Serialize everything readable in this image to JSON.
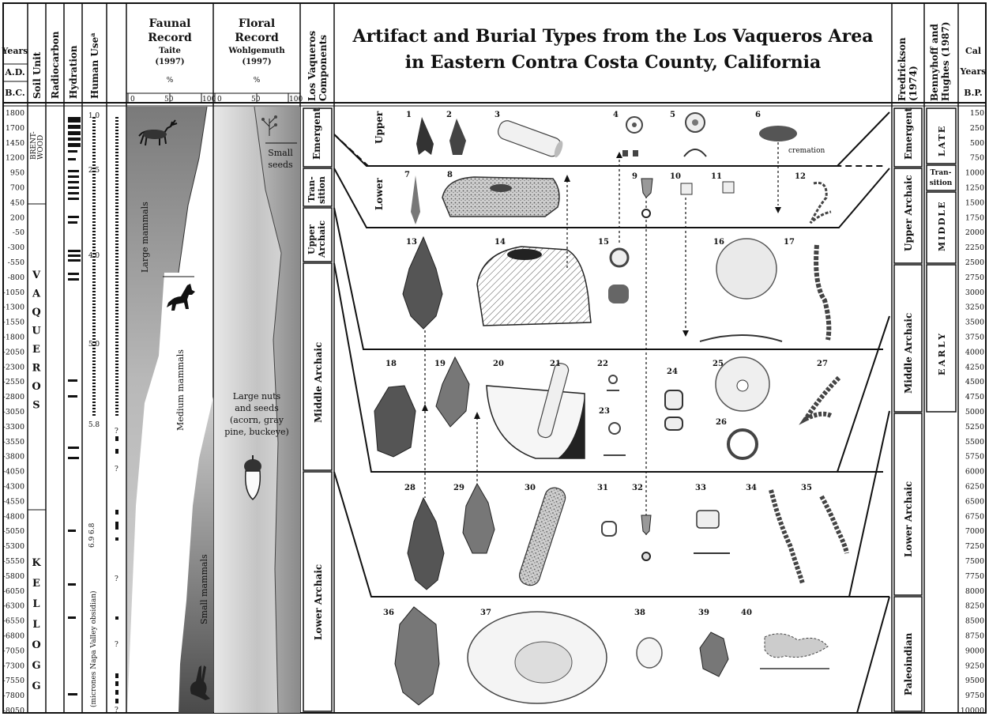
{
  "title_line1": "Artifact and Burial Types from the Los Vaqueros Area",
  "title_line2": "in Eastern Contra Costa County, California",
  "columns": {
    "years": [
      "Years",
      "A.D.",
      "B.C."
    ],
    "soil_unit": "Soil Unit",
    "radiocarbon": "Radiocarbon",
    "hydration": "Hydration",
    "human_use": "Human Use",
    "human_use_note": "a",
    "faunal": [
      "Faunal",
      "Record",
      "Taite",
      "(1997)"
    ],
    "floral": [
      "Floral",
      "Record",
      "Wohlgemuth",
      "(1997)"
    ],
    "pct": "%",
    "scale_labels": [
      "0",
      "50",
      "100"
    ],
    "components": [
      "Los Vaqueros",
      "Components"
    ],
    "fredrickson": [
      "Fredrickson",
      "(1974)"
    ],
    "bennyhoff": [
      "Bennyhoff and",
      "Hughes (1987)"
    ],
    "cal": [
      "Cal",
      "Years",
      "B.P."
    ]
  },
  "years_ticks": [
    "1800",
    "1700",
    "1450",
    "1200",
    "950",
    "700",
    "450",
    "200",
    "-50",
    "-300",
    "-550",
    "-800",
    "-1050",
    "-1300",
    "-1550",
    "-1800",
    "-2050",
    "-2300",
    "-2550",
    "-2800",
    "-3050",
    "-3300",
    "-3550",
    "-3800",
    "-4050",
    "-4300",
    "-4550",
    "-4800",
    "-5050",
    "-5300",
    "-5550",
    "-5800",
    "-6050",
    "-6300",
    "-6550",
    "-6800",
    "-7050",
    "-7300",
    "-7550",
    "-7800",
    "-8050"
  ],
  "cal_ticks": [
    "150",
    "250",
    "500",
    "750",
    "1000",
    "1250",
    "1500",
    "1750",
    "2000",
    "2250",
    "2500",
    "2750",
    "3000",
    "3250",
    "3500",
    "3750",
    "4000",
    "4250",
    "4500",
    "4750",
    "5000",
    "5250",
    "5500",
    "5750",
    "6000",
    "6250",
    "6500",
    "6750",
    "7000",
    "7250",
    "7500",
    "7750",
    "8000",
    "8250",
    "8500",
    "8750",
    "9000",
    "9250",
    "9500",
    "9750",
    "10000"
  ],
  "soil_units": {
    "brentwood": [
      "BRENT-",
      "WOOD"
    ],
    "vaqueros": [
      "V",
      "A",
      "Q",
      "U",
      "E",
      "R",
      "O",
      "S"
    ],
    "kellogg": [
      "K",
      "E",
      "L",
      "L",
      "O",
      "G",
      "G"
    ]
  },
  "hydration": {
    "labels": [
      "1.0",
      "2.5",
      "4.0",
      "5.0",
      "5.8",
      "6.8",
      "6.9"
    ],
    "note": "(micrones Napa Valley obsidian)"
  },
  "human_use_marks": [
    "?",
    "?",
    "?",
    "?",
    "?"
  ],
  "faunal_labels": {
    "large": "Large mammals",
    "medium": "Medium mammals",
    "small": "Small mammals"
  },
  "floral_labels": {
    "small_seeds": [
      "Small",
      "seeds"
    ],
    "large_nuts": [
      "Large nuts",
      "and seeds",
      "(acorn, gray",
      "pine, buckeye)"
    ]
  },
  "components": [
    "Emergent",
    "Tran-",
    "sition",
    "Upper",
    "Archaic",
    "Middle Archaic",
    "Lower Archaic"
  ],
  "band_labels": {
    "upper": "Upper",
    "lower": "Lower",
    "cremation": "cremation"
  },
  "artifact_numbers": [
    "1",
    "2",
    "3",
    "4",
    "5",
    "6",
    "7",
    "8",
    "9",
    "10",
    "11",
    "12",
    "13",
    "14",
    "15",
    "16",
    "17",
    "18",
    "19",
    "20",
    "21",
    "22",
    "23",
    "24",
    "25",
    "26",
    "27",
    "28",
    "29",
    "30",
    "31",
    "32",
    "33",
    "34",
    "35",
    "36",
    "37",
    "38",
    "39",
    "40"
  ],
  "fredrickson_periods": [
    "Emergent",
    "Upper Archaic",
    "Middle Archaic",
    "Lower Archaic",
    "Paleoindian"
  ],
  "bennyhoff_periods": [
    "LATE",
    "Tran-",
    "sition",
    "MIDDLE",
    "EARLY"
  ]
}
